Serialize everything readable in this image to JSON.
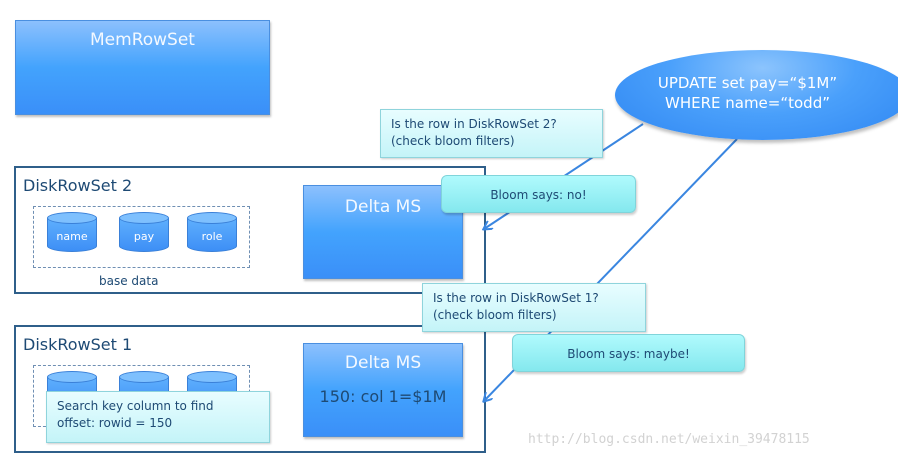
{
  "memrowset": {
    "label": "MemRowSet"
  },
  "update_query": {
    "line1": "UPDATE set pay=“$1M”",
    "line2": "WHERE name=“todd”"
  },
  "question_2": {
    "line1": "Is the row in DiskRowSet 2?",
    "line2": "(check bloom filters)"
  },
  "bloom_2": {
    "label": "Bloom says: no!"
  },
  "question_1": {
    "line1": "Is the row in DiskRowSet 1?",
    "line2": "(check bloom filters)"
  },
  "bloom_1": {
    "label": "Bloom says: maybe!"
  },
  "diskrowset_2": {
    "label": "DiskRowSet 2",
    "columns": [
      "name",
      "pay",
      "role"
    ],
    "base_data_label": "base data",
    "delta": {
      "label": "Delta MS"
    }
  },
  "diskrowset_1": {
    "label": "DiskRowSet 1",
    "delta": {
      "label": "Delta MS",
      "entry": "150: col 1=$1M"
    },
    "search_note": {
      "line1": "Search key column to find",
      "line2": "offset: rowid = 150"
    }
  },
  "watermark": {
    "text": "http://blog.csdn.net/weixin_39478115"
  },
  "colors": {
    "box_blue": "#43a3fd",
    "border_navy": "#2f5f8a",
    "note_cyan": "#c4f4f8",
    "arrow_blue": "#3a86e0"
  }
}
